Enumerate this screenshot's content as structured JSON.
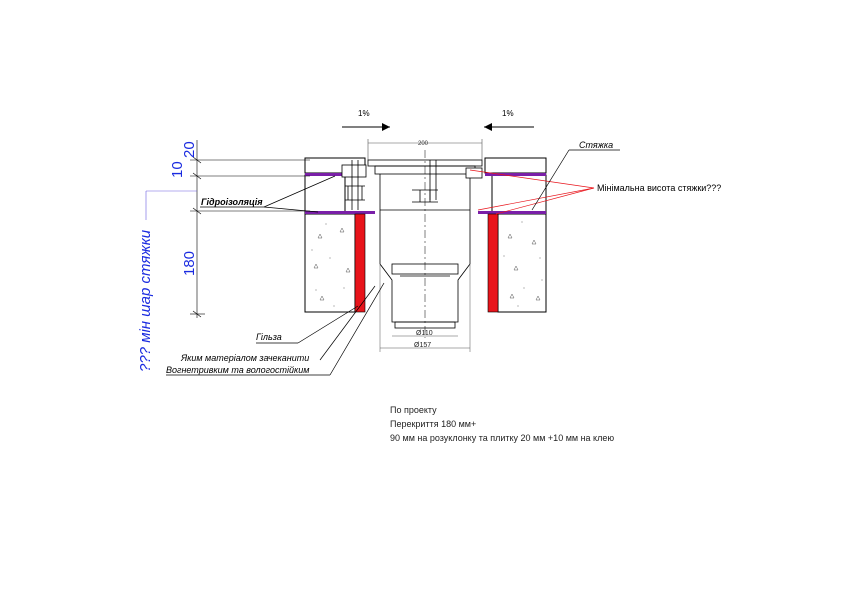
{
  "slope_left": "1%",
  "slope_right": "1%",
  "dim_top": "200",
  "dims": {
    "d20": "20",
    "d10": "10",
    "d180": "180"
  },
  "min_layer_label": "??? мін шар стяжки",
  "labels": {
    "screed": "Стяжка",
    "min_height": "Мінімальна висота  стяжки???",
    "waterproofing": "Гідроізоляція",
    "sleeve": "Гільза",
    "seal_q1": "Яким матеріалом зачеканити",
    "seal_q2": "Вогнетривким та вологостійким"
  },
  "diameters": {
    "inner": "Ø110",
    "outer": "Ø157"
  },
  "notes": {
    "line1": "По проекту",
    "line2": "Перекриття 180 мм+",
    "line3": "90 мм на розуклонку та плитку 20 мм +10 мм на клею"
  },
  "colors": {
    "sleeve": "#e8141b",
    "membrane": "#7a1fa8",
    "dimension_blue": "#1a2be0",
    "leader_red": "#e8141b"
  }
}
